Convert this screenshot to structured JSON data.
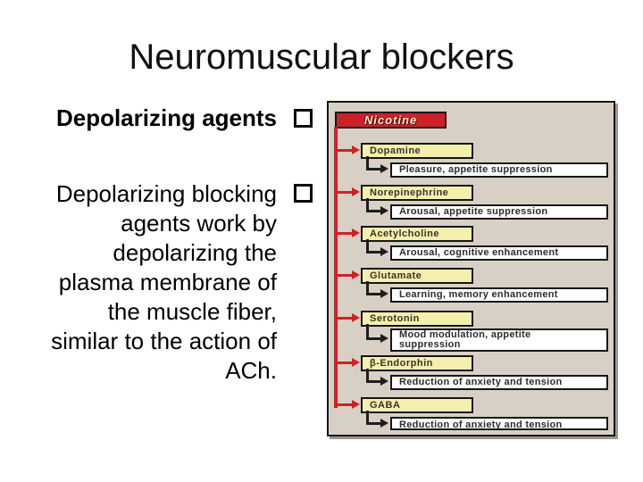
{
  "title": "Neuromuscular blockers",
  "bullets": [
    {
      "text": "Depolarizing agents"
    },
    {
      "text": "Depolarizing blocking\nagents work by\ndepolarizing the\nplasma membrane of\nthe muscle fiber,\nsimilar to the action of\nACh."
    }
  ],
  "diagram": {
    "source_label": "Nicotine",
    "rows": [
      {
        "name": "Dopamine",
        "effect": "Pleasure, appetite suppression"
      },
      {
        "name": "Norepinephrine",
        "effect": "Arousal, appetite suppression"
      },
      {
        "name": "Acetylcholine",
        "effect": "Arousal, cognitive enhancement"
      },
      {
        "name": "Glutamate",
        "effect": "Learning, memory enhancement"
      },
      {
        "name": "Serotonin",
        "effect": "Mood modulation, appetite\nsuppression"
      },
      {
        "name": "β-Endorphin",
        "effect": "Reduction of anxiety and tension"
      },
      {
        "name": "GABA",
        "effect": "Reduction of anxiety and tension"
      }
    ],
    "colors": {
      "panel_bg": "#d8d0c4",
      "accent_red": "#ce2127",
      "box_yellow": "#f5efad",
      "box_white": "#ffffff"
    }
  }
}
